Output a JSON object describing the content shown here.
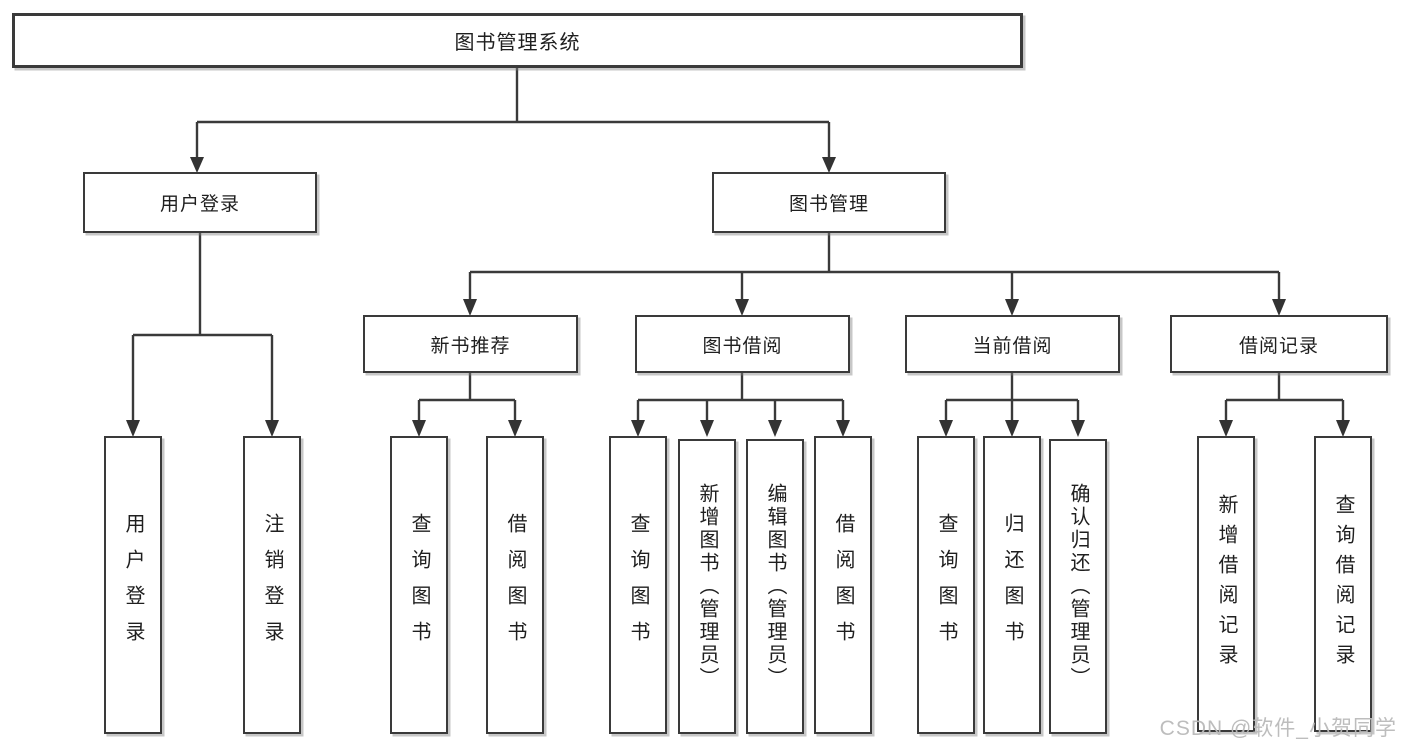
{
  "diagram": {
    "type": "hierarchy-tree",
    "title": "图书管理系统",
    "tree": {
      "label": "图书管理系统",
      "children": [
        {
          "label": "用户登录",
          "children": [
            {
              "label": "用户登录"
            },
            {
              "label": "注销登录"
            }
          ]
        },
        {
          "label": "图书管理",
          "children": [
            {
              "label": "新书推荐",
              "children": [
                {
                  "label": "查询图书"
                },
                {
                  "label": "借阅图书"
                }
              ]
            },
            {
              "label": "图书借阅",
              "children": [
                {
                  "label": "查询图书"
                },
                {
                  "label": "新增图书（管理员）"
                },
                {
                  "label": "编辑图书（管理员）"
                },
                {
                  "label": "借阅图书"
                }
              ]
            },
            {
              "label": "当前借阅",
              "children": [
                {
                  "label": "查询图书"
                },
                {
                  "label": "归还图书"
                },
                {
                  "label": "确认归还（管理员）"
                }
              ]
            },
            {
              "label": "借阅记录",
              "children": [
                {
                  "label": "新增借阅记录"
                },
                {
                  "label": "查询借阅记录"
                }
              ]
            }
          ]
        }
      ]
    },
    "colors": {
      "box_border": "#3a3a3a",
      "connector_line": "#3a3a3a",
      "text": "#1f1f1f",
      "watermark": "#b9b9b9"
    }
  },
  "watermark": {
    "text": "CSDN @软件_小贺同学"
  }
}
